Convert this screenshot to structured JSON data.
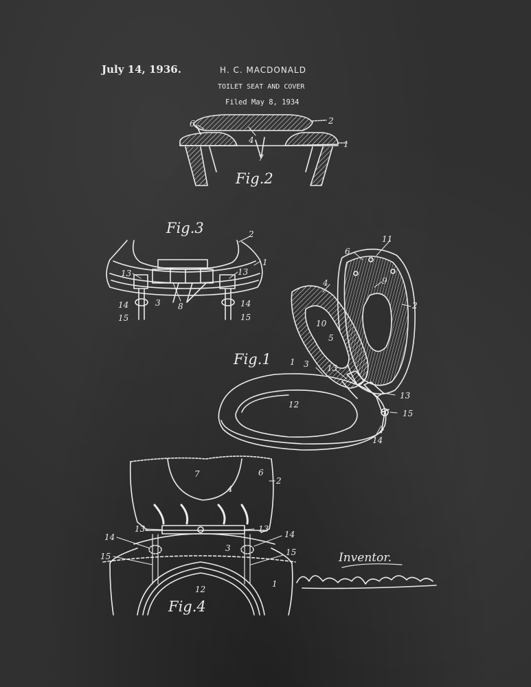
{
  "header": {
    "date": "July 14, 1936.",
    "inventor": "H. C. MACDONALD",
    "title": "TOILET SEAT AND COVER",
    "filed": "Filed May 8, 1934"
  },
  "figures": {
    "fig1": "Fig.1",
    "fig2": "Fig.2",
    "fig3": "Fig.3",
    "fig4": "Fig.4"
  },
  "inventor_block": {
    "label": "Inventor.",
    "signature": "Herbert Cumming Macdonald"
  },
  "callouts": {
    "fig2": [
      "6",
      "2",
      "4",
      "1",
      "7"
    ],
    "fig3": [
      "2",
      "1",
      "13",
      "13",
      "3",
      "8",
      "14",
      "14",
      "15",
      "15"
    ],
    "fig1": [
      "11",
      "6",
      "9",
      "4",
      "2",
      "10",
      "5",
      "1",
      "3",
      "13",
      "12",
      "13",
      "15",
      "14"
    ],
    "fig4": [
      "7",
      "6",
      "2",
      "4",
      "13",
      "13",
      "3",
      "14",
      "14",
      "15",
      "15",
      "12",
      "1"
    ]
  },
  "colors": {
    "background": "#303030",
    "ink": "#ececec"
  }
}
